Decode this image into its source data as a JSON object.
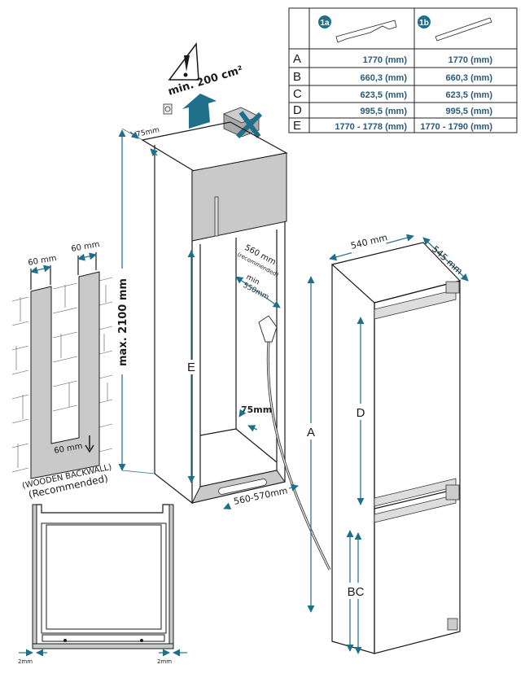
{
  "colors": {
    "accent": "#1f6f8b",
    "dimension": "#2f7590",
    "panel": "#c9c9c9"
  },
  "table": {
    "badges": [
      "1a",
      "1b"
    ],
    "rows": [
      {
        "label": "A",
        "v1a": "1770 (mm)",
        "v1b": "1770 (mm)"
      },
      {
        "label": "B",
        "v1a": "660,3 (mm)",
        "v1b": "660,3 (mm)"
      },
      {
        "label": "C",
        "v1a": "623,5 (mm)",
        "v1b": "623,5 (mm)"
      },
      {
        "label": "D",
        "v1a": "995,5 (mm)",
        "v1b": "995,5 (mm)"
      },
      {
        "label": "E",
        "v1a": "1770 - 1778 (mm)",
        "v1b": "1770 - 1790 (mm)"
      }
    ]
  },
  "ventilation": {
    "label": "min. 200 cm²",
    "icon": "warning-icon"
  },
  "cabinet": {
    "top_gap": "75mm",
    "max_height": "max. 2100 mm",
    "depth_recommended": "560 mm",
    "recommended_note": "(recommended)",
    "min_label": "min",
    "min_depth": "550mm",
    "rear_gap": "75mm",
    "width": "560-570mm",
    "e_label": "E"
  },
  "backwall": {
    "left_width": "60 mm",
    "right_width": "60 mm",
    "bottom_width": "60 mm",
    "caption1": "(WOODEN BACKWALL)",
    "caption2": "(Recommended)"
  },
  "fridge": {
    "width": "540 mm",
    "depth": "545 mm",
    "a_label": "A",
    "d_label": "D",
    "bc_label": "BC"
  },
  "top_view": {
    "left_gap": "2mm",
    "right_gap": "2mm"
  }
}
